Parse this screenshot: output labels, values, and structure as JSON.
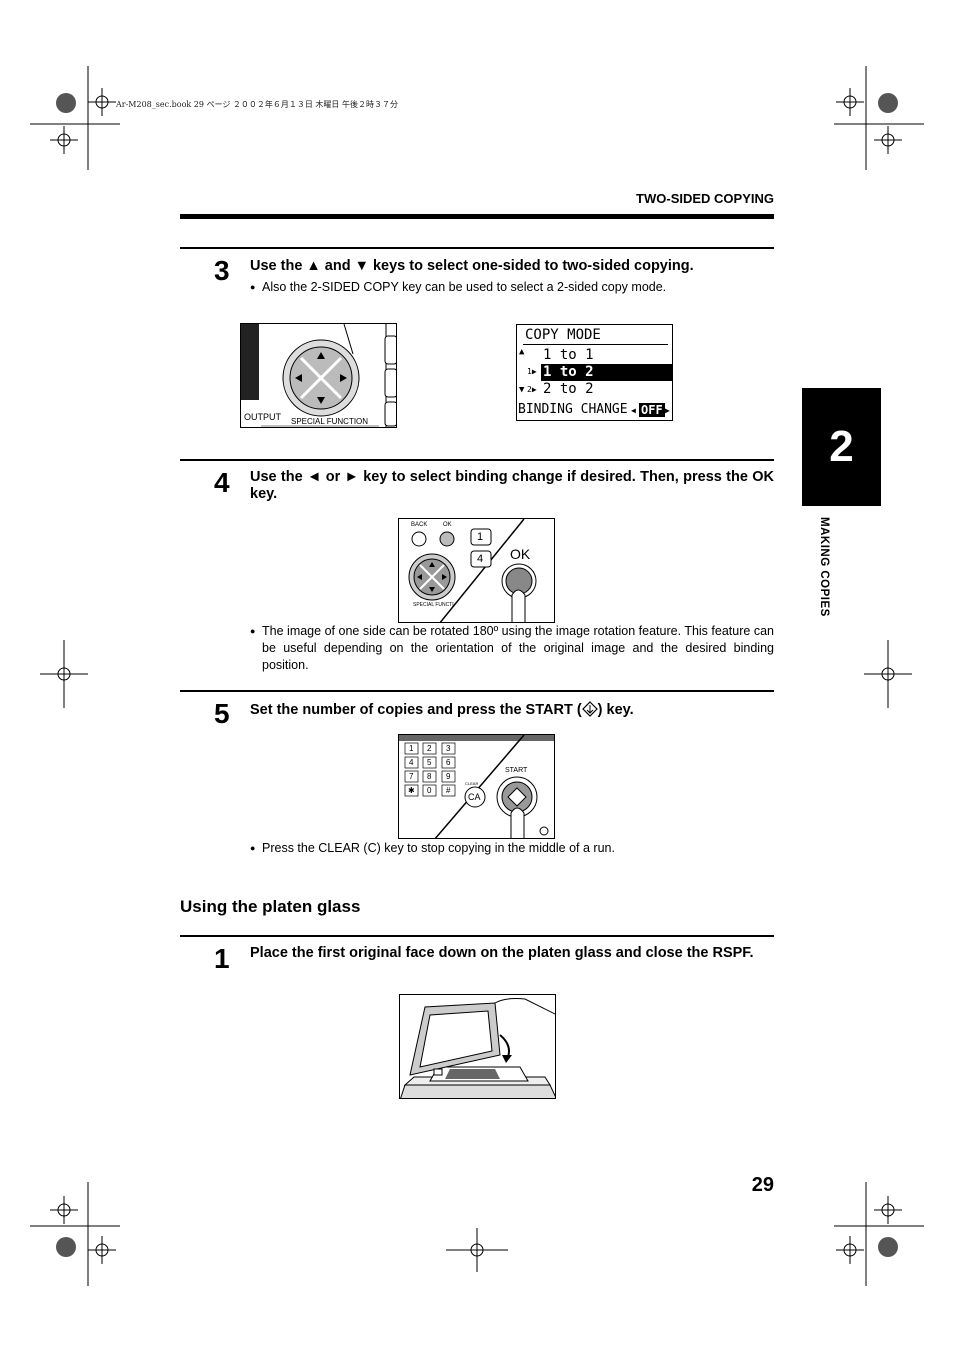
{
  "print_note": "Ar-M208_sec.book  29 ページ  ２００２年６月１３日  木曜日  午後２時３７分",
  "header": {
    "title": "TWO-SIDED COPYING"
  },
  "chapter": {
    "number": "2",
    "label": "MAKING COPIES"
  },
  "steps": [
    {
      "number": "3",
      "text": "Use the ▲ and ▼ keys to select one-sided to two-sided copying.",
      "bullets": [
        "Also the 2-SIDED COPY key can be used to select a 2-sided copy mode."
      ]
    },
    {
      "number": "4",
      "text": "Use  the ◄ or ► key to select binding change if desired. Then, press the OK key.",
      "bullets": [
        "The image of one side can be rotated 180º using the image rotation feature. This feature can be useful depending on the orientation of the original image and the desired binding position."
      ]
    },
    {
      "number": "5",
      "text_before": "Set the number of copies and press the START (",
      "text_after": ") key.",
      "bullets": [
        "Press the CLEAR (C) key to stop copying in the middle of a run."
      ]
    }
  ],
  "section": {
    "heading": "Using the platen glass"
  },
  "platen_step": {
    "number": "1",
    "text": "Place the first original face down on the platen glass and close the RSPF."
  },
  "figures": {
    "arrow_panel": {
      "output_label": "OUTPUT",
      "special_label": "SPECIAL FUNCTION"
    },
    "lcd": {
      "title": "COPY MODE",
      "options": [
        "1 to 1",
        "1 to 2",
        "2 to 2"
      ],
      "selected_index": 1,
      "binding_label": "BINDING CHANGE",
      "binding_value": "OFF"
    },
    "ok_panel": {
      "back_label": "BACK",
      "ok_small_label": "OK",
      "ok_big_label": "OK",
      "key_1": "1",
      "key_4": "4",
      "special_label": "SPECIAL FUNCTI"
    },
    "keypad": {
      "keys": [
        "1",
        "2",
        "3",
        "4",
        "5",
        "6",
        "7",
        "8",
        "9",
        "✱",
        "0",
        "#"
      ],
      "start_label": "START",
      "ca_label": "CA",
      "clear_label": "CLEAR"
    }
  },
  "page_number": "29"
}
